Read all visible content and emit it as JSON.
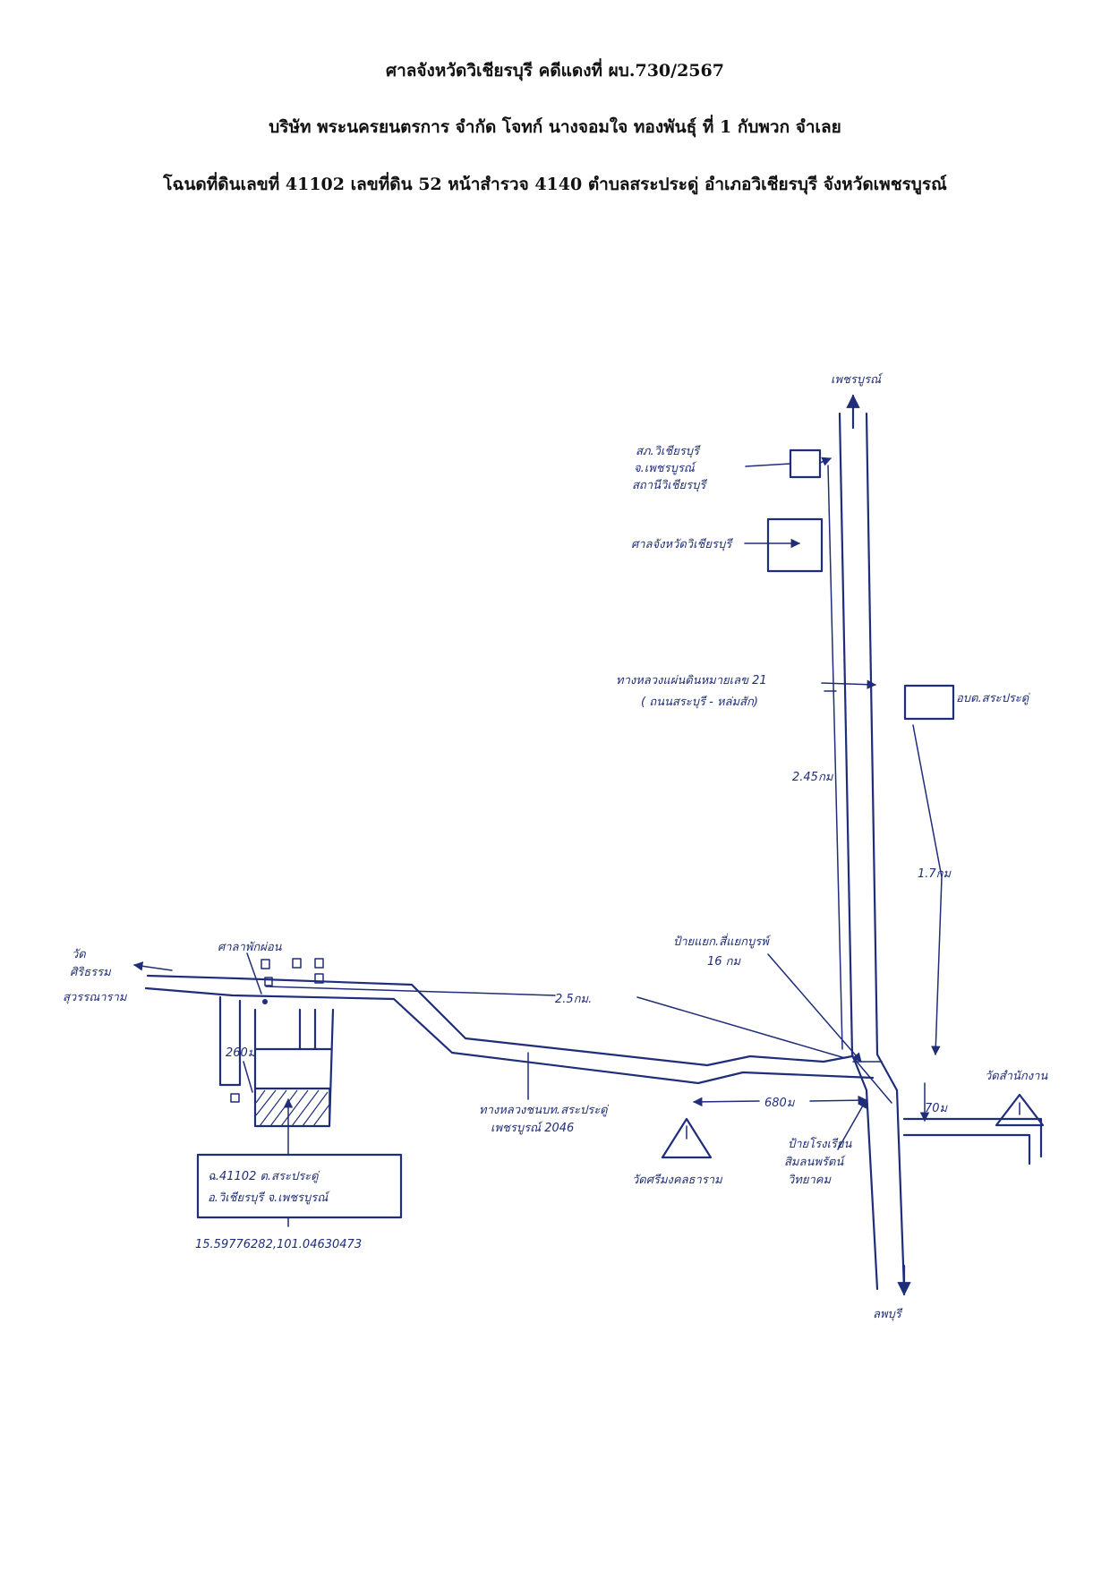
{
  "header": {
    "line1": "ศาลจังหวัดวิเชียรบุรี คดีแดงที่ ผบ.730/2567",
    "line2": "บริษัท พระนครยนตรการ จำกัด โจทก์ นางจอมใจ ทองพันธุ์ ที่ 1 กับพวก จำเลย",
    "line3": "โฉนดที่ดินเลขที่ 41102 เลขที่ดิน 52 หน้าสำรวจ 4140 ตำบลสระประดู่ อำเภอวิเชียรบุรี จังหวัดเพชรบูรณ์"
  },
  "map": {
    "direction_north": "เพชรบูรณ์",
    "direction_south": "ลพบุรี",
    "place_police": [
      "สภ.วิเชียรบุรี",
      "จ.เพชรบูรณ์",
      "สถานีวิเชียรบุรี"
    ],
    "place_court": "ศาลจังหวัดวิเชียรบุรี",
    "road_highway": [
      "ทางหลวงแผ่นดินหมายเลข 21",
      "( ถนนสระบุรี - หล่มสัก)"
    ],
    "place_subdistrict_office": "อบต.สระประดู่",
    "distance_2_45": "2.45กม",
    "distance_1_7": "1.7กม",
    "distance_2_5": "2.5กม.",
    "distance_680": "680ม",
    "distance_70": "70ม",
    "distance_260": "260ม",
    "sign_phetchabun": [
      "ป้ายแยก.สี่แยกบูรพ์",
      "16 กม"
    ],
    "sign_school": [
      "ป้ายโรงเรียน",
      "สิมลนพรัตน์",
      "วิทยาคม"
    ],
    "road_local": [
      "ทางหลวงชนบท.สระประดู่",
      "เพชรบูรณ์ 2046"
    ],
    "place_temple_right": "วัดสำนักงาน",
    "place_temple_middle": "วัดศรีมงคลธาราม",
    "place_temple_left": [
      "วัด",
      "ศิริธรรม",
      "สุวรรณาราม"
    ],
    "place_bus_stop": "ศาลาพักผ่อน",
    "parcel_label": [
      "ฉ.41102 ต.สระประดู่",
      "อ.วิเชียรบุรี จ.เพชรบูรณ์"
    ],
    "coordinates": "15.59776282,101.04630473"
  }
}
